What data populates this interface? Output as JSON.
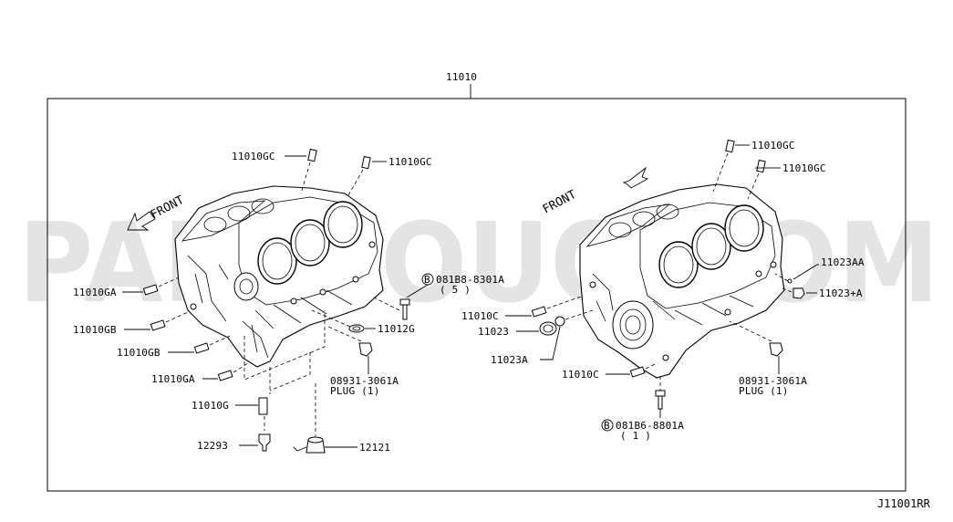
{
  "watermark": "PARTSOUQ.COM",
  "diagram_ref": "J11001RR",
  "main_part": "11010",
  "left": {
    "front_label": "FRONT",
    "labels": {
      "gc_a": "11010GC",
      "gc_b": "11010GC",
      "ga_a": "11010GA",
      "gb_a": "11010GB",
      "gb_b": "11010GB",
      "ga_b": "11010GA",
      "g": "11010G",
      "p12293": "12293",
      "p12121": "12121",
      "bolt_code": "081B8-8301A",
      "bolt_qty": "( 5 )",
      "p11012g": "11012G",
      "plug_code": "08931-3061A",
      "plug_label": "PLUG (1)"
    }
  },
  "right": {
    "front_label": "FRONT",
    "labels": {
      "gc_a": "11010GC",
      "gc_b": "11010GC",
      "aa": "11023AA",
      "a_plus": "11023+A",
      "c_a": "11010C",
      "p11023": "11023",
      "p11023a": "11023A",
      "c_b": "11010C",
      "plug_code": "08931-3061A",
      "plug_label": "PLUG (1)",
      "bolt_code": "081B6-8801A",
      "bolt_qty": "( 1 )"
    }
  },
  "circle_marker": "B"
}
